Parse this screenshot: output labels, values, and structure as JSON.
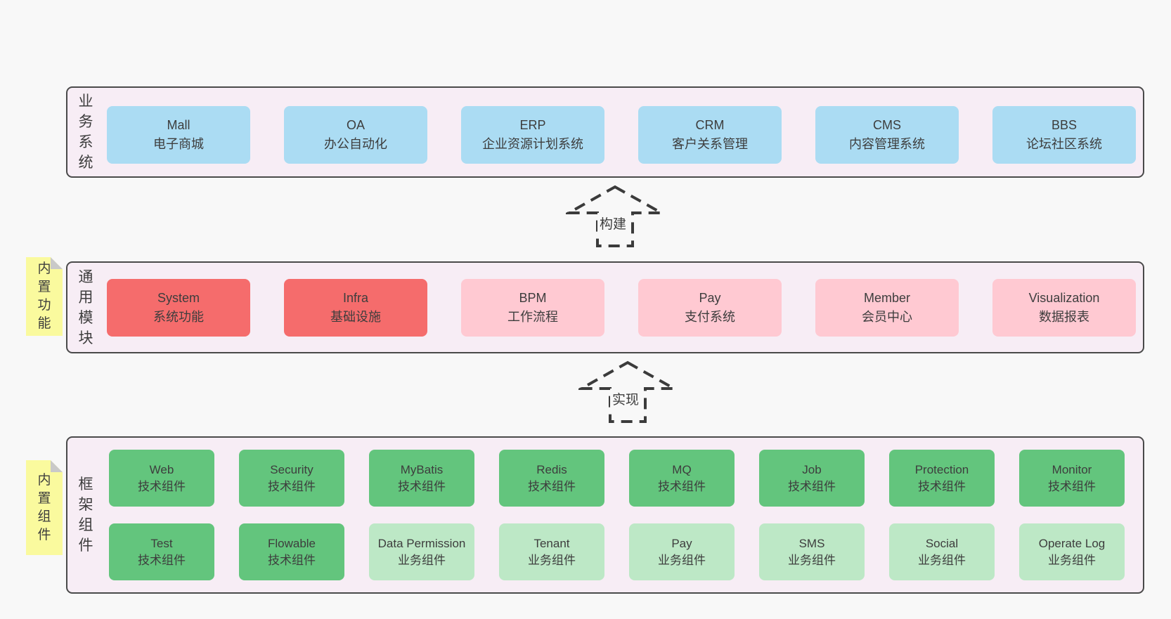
{
  "diagram": {
    "palette": {
      "page_background": "#f8f8f8",
      "container_background": "#f7edf5",
      "container_border": "#4a4a4a",
      "blue_box": "#abdcf3",
      "red_box": "#f56c6c",
      "pink_box": "#ffc9d2",
      "green_box": "#63c57d",
      "light_green_box": "#bde8c6",
      "sticky_note": "#fafa9e",
      "note_fold": "#c9c9c9",
      "text": "#3d3d3d"
    },
    "arrows": [
      {
        "label": "构建"
      },
      {
        "label": "实现"
      }
    ],
    "layers": [
      {
        "label": "业务系统",
        "note": "",
        "rows": [
          [
            {
              "title": "Mall",
              "subtitle": "电子商城",
              "type": "blue"
            },
            {
              "title": "OA",
              "subtitle": "办公自动化",
              "type": "blue"
            },
            {
              "title": "ERP",
              "subtitle": "企业资源计划系统",
              "type": "blue"
            },
            {
              "title": "CRM",
              "subtitle": "客户关系管理",
              "type": "blue"
            },
            {
              "title": "CMS",
              "subtitle": "内容管理系统",
              "type": "blue"
            },
            {
              "title": "BBS",
              "subtitle": "论坛社区系统",
              "type": "blue"
            }
          ]
        ]
      },
      {
        "label": "通用模块",
        "note": "内置功能",
        "rows": [
          [
            {
              "title": "System",
              "subtitle": "系统功能",
              "type": "red"
            },
            {
              "title": "Infra",
              "subtitle": "基础设施",
              "type": "red"
            },
            {
              "title": "BPM",
              "subtitle": "工作流程",
              "type": "pink"
            },
            {
              "title": "Pay",
              "subtitle": "支付系统",
              "type": "pink"
            },
            {
              "title": "Member",
              "subtitle": "会员中心",
              "type": "pink"
            },
            {
              "title": "Visualization",
              "subtitle": "数据报表",
              "type": "pink"
            }
          ]
        ]
      },
      {
        "label": "框架组件",
        "note": "内置组件",
        "rows": [
          [
            {
              "title": "Web",
              "subtitle": "技术组件",
              "type": "green"
            },
            {
              "title": "Security",
              "subtitle": "技术组件",
              "type": "green"
            },
            {
              "title": "MyBatis",
              "subtitle": "技术组件",
              "type": "green"
            },
            {
              "title": "Redis",
              "subtitle": "技术组件",
              "type": "green"
            },
            {
              "title": "MQ",
              "subtitle": "技术组件",
              "type": "green"
            },
            {
              "title": "Job",
              "subtitle": "技术组件",
              "type": "green"
            },
            {
              "title": "Protection",
              "subtitle": "技术组件",
              "type": "green"
            },
            {
              "title": "Monitor",
              "subtitle": "技术组件",
              "type": "green"
            }
          ],
          [
            {
              "title": "Test",
              "subtitle": "技术组件",
              "type": "green"
            },
            {
              "title": "Flowable",
              "subtitle": "技术组件",
              "type": "green"
            },
            {
              "title": "Data Permission",
              "subtitle": "业务组件",
              "type": "lightgreen"
            },
            {
              "title": "Tenant",
              "subtitle": "业务组件",
              "type": "lightgreen"
            },
            {
              "title": "Pay",
              "subtitle": "业务组件",
              "type": "lightgreen"
            },
            {
              "title": "SMS",
              "subtitle": "业务组件",
              "type": "lightgreen"
            },
            {
              "title": "Social",
              "subtitle": "业务组件",
              "type": "lightgreen"
            },
            {
              "title": "Operate Log",
              "subtitle": "业务组件",
              "type": "lightgreen"
            }
          ]
        ]
      }
    ]
  }
}
